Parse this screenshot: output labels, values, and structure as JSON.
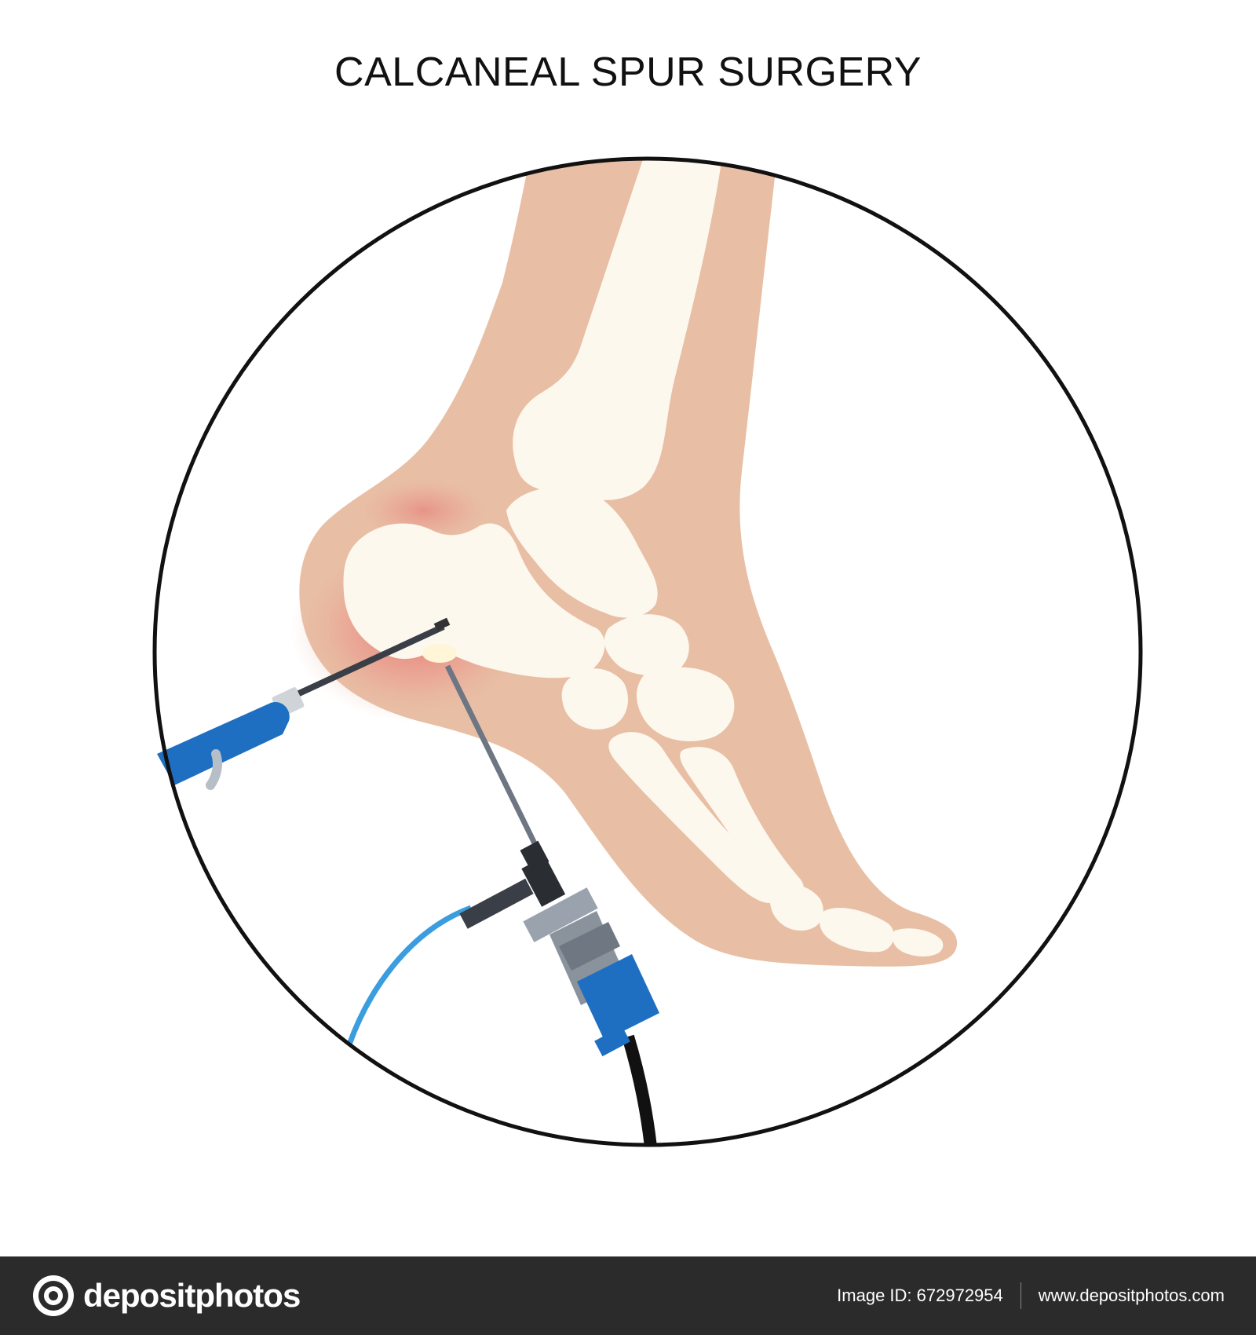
{
  "title": "CALCANEAL SPUR SURGERY",
  "footer": {
    "logo_text": "depositphotos",
    "image_id": "Image ID: 672972954",
    "site": "www.depositphotos.com"
  },
  "colors": {
    "skin": "#e8bfa5",
    "bone": "#fdf8ee",
    "inflammation": "#e46a6a",
    "instrument_blue": "#1e6fc2",
    "cable_light_blue": "#3a9ddf",
    "outline": "#111111",
    "footer_bg": "#2b2b2b"
  },
  "icons": [
    "camera-logo-icon"
  ]
}
